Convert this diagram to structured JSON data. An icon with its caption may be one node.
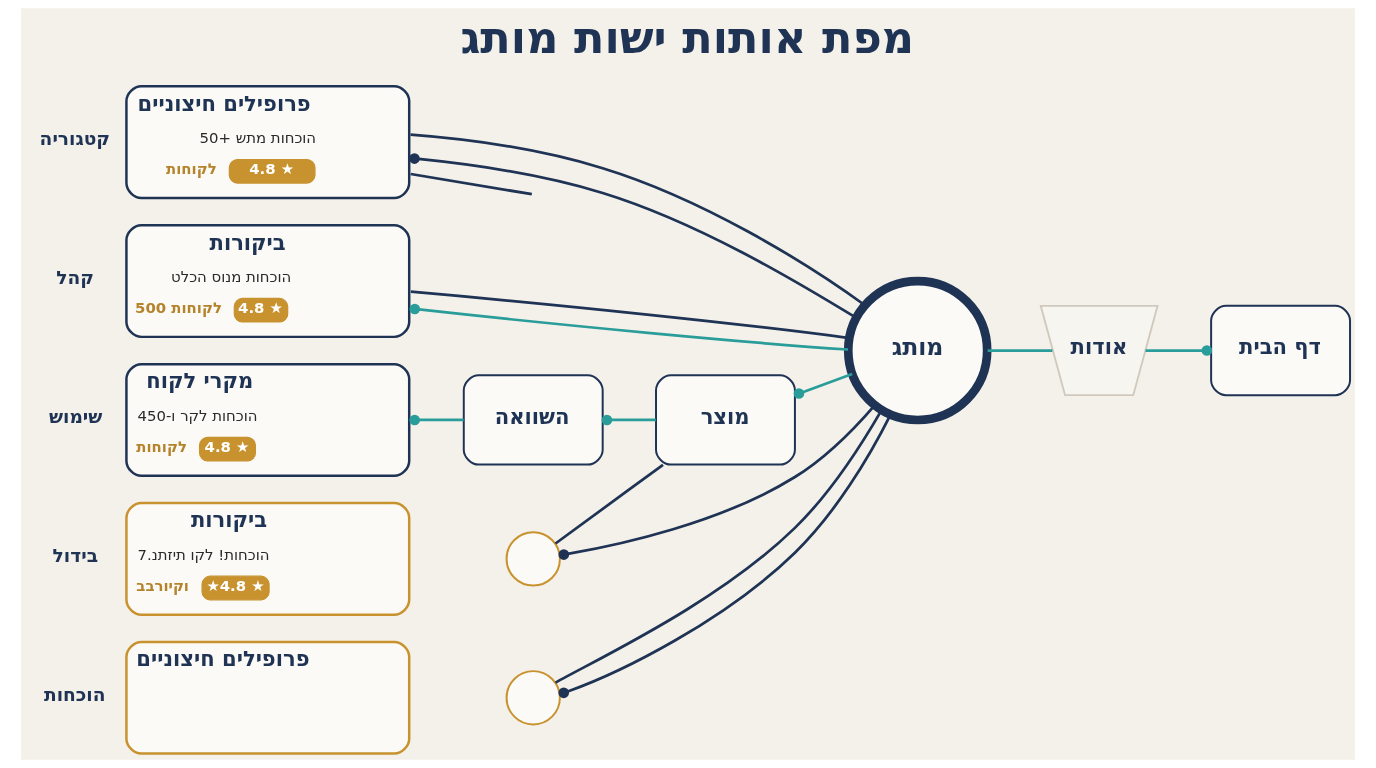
{
  "diagram": {
    "title": "מפת אותות ישות מותג",
    "nodes": [
      {
        "text": [
          "פרופילים חיצוניים",
          "הוכחות מתש +50",
          "4.8 ★",
          "לקוחות"
        ],
        "beside": [
          "קטגוריה"
        ]
      },
      {
        "text": [
          "ביקורות",
          "הוכחות מנוס הכלט",
          "4.8 ★",
          "500 לקוחות"
        ],
        "beside": [
          "קהל"
        ]
      },
      {
        "text": [
          "מקרי לקוח",
          "הוכחות לקר ו-450",
          "4.8 ★",
          "לקוחות"
        ],
        "beside": [
          "שימוש"
        ]
      },
      {
        "text": [
          "ביקורות",
          "הוכחות! לקו תיזתנ.7",
          "★4.8 ★",
          "וקיורבב"
        ],
        "beside": [
          "בידול"
        ]
      },
      {
        "text": [],
        "shape": "circle"
      },
      {
        "text": [
          "פרופילים חיצוניים"
        ],
        "beside": [
          "הוכחות"
        ]
      },
      {
        "text": [],
        "shape": "circle"
      },
      {
        "text": [
          "השוואה"
        ]
      },
      {
        "text": [
          "מוצר"
        ]
      },
      {
        "text": [
          "מותג"
        ]
      },
      {
        "text": [
          "אודות"
        ]
      },
      {
        "text": [
          "דף הבית"
        ]
      }
    ],
    "edges": [
      {
        "from": 0,
        "to": 9,
        "arrow": "other"
      },
      {
        "from": 0,
        "to": null,
        "arrow": "none"
      },
      {
        "from": 0,
        "to": 9,
        "arrow": "none"
      },
      {
        "from": 1,
        "to": 9,
        "arrow": "other",
        "color": "#2a9d9a"
      },
      {
        "from": 1,
        "to": 9,
        "arrow": "none"
      },
      {
        "from": 2,
        "to": 7,
        "arrow": "other",
        "color": "#2a9d9a"
      },
      {
        "from": 7,
        "to": 8,
        "arrow": "other",
        "color": "#2a9d9a"
      },
      {
        "from": 8,
        "to": 9,
        "arrow": "other",
        "color": "#2a9d9a"
      },
      {
        "from": 4,
        "to": 9,
        "arrow": "other"
      },
      {
        "from": 4,
        "to": 8,
        "arrow": "none"
      },
      {
        "from": 6,
        "to": 9,
        "arrow": "other"
      },
      {
        "from": 6,
        "to": 9,
        "arrow": "none"
      },
      {
        "from": 11,
        "to": 10,
        "arrow": "other",
        "color": "#2a9d9a"
      },
      {
        "from": 9,
        "to": 10,
        "arrow": "none",
        "color": "#2a9d9a"
      }
    ]
  }
}
